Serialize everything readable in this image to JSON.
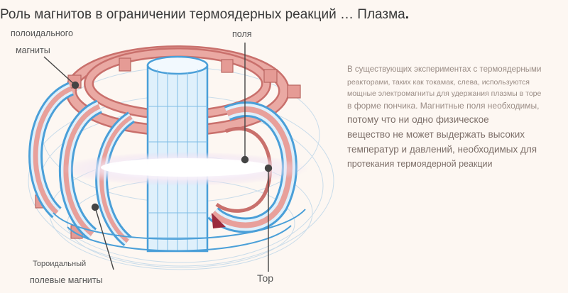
{
  "header": {
    "title": "Роль магнитов в ограничении термоядерных реакций … Плазма",
    "title_end": "."
  },
  "labels": {
    "poloidal_line1": "полоидального",
    "poloidal_line2": "магниты",
    "field": "поля",
    "toroidal_line1": "Тороидальный",
    "toroidal_line2": "полевые магниты",
    "torus": "Тор"
  },
  "description": {
    "lines": [
      "В существующих экспериментах с термоядерными",
      "реакторами, таких как токамак, слева, используются",
      "мощные электромагниты для удержания плазмы в торе",
      "в форме пончика. Магнитные поля необходимы,",
      "потому что ни одно физическое",
      "вещество не может выдержать высоких",
      "температур и давлений, необходимых для",
      "протекания термоядерной реакции"
    ]
  },
  "colors": {
    "background": "#fdf7f2",
    "coil_fill": "#e8a09b",
    "coil_edge": "#c9706c",
    "wire": "#4a9fd8",
    "plasma": "#ffffff",
    "pointer": "#444444"
  }
}
